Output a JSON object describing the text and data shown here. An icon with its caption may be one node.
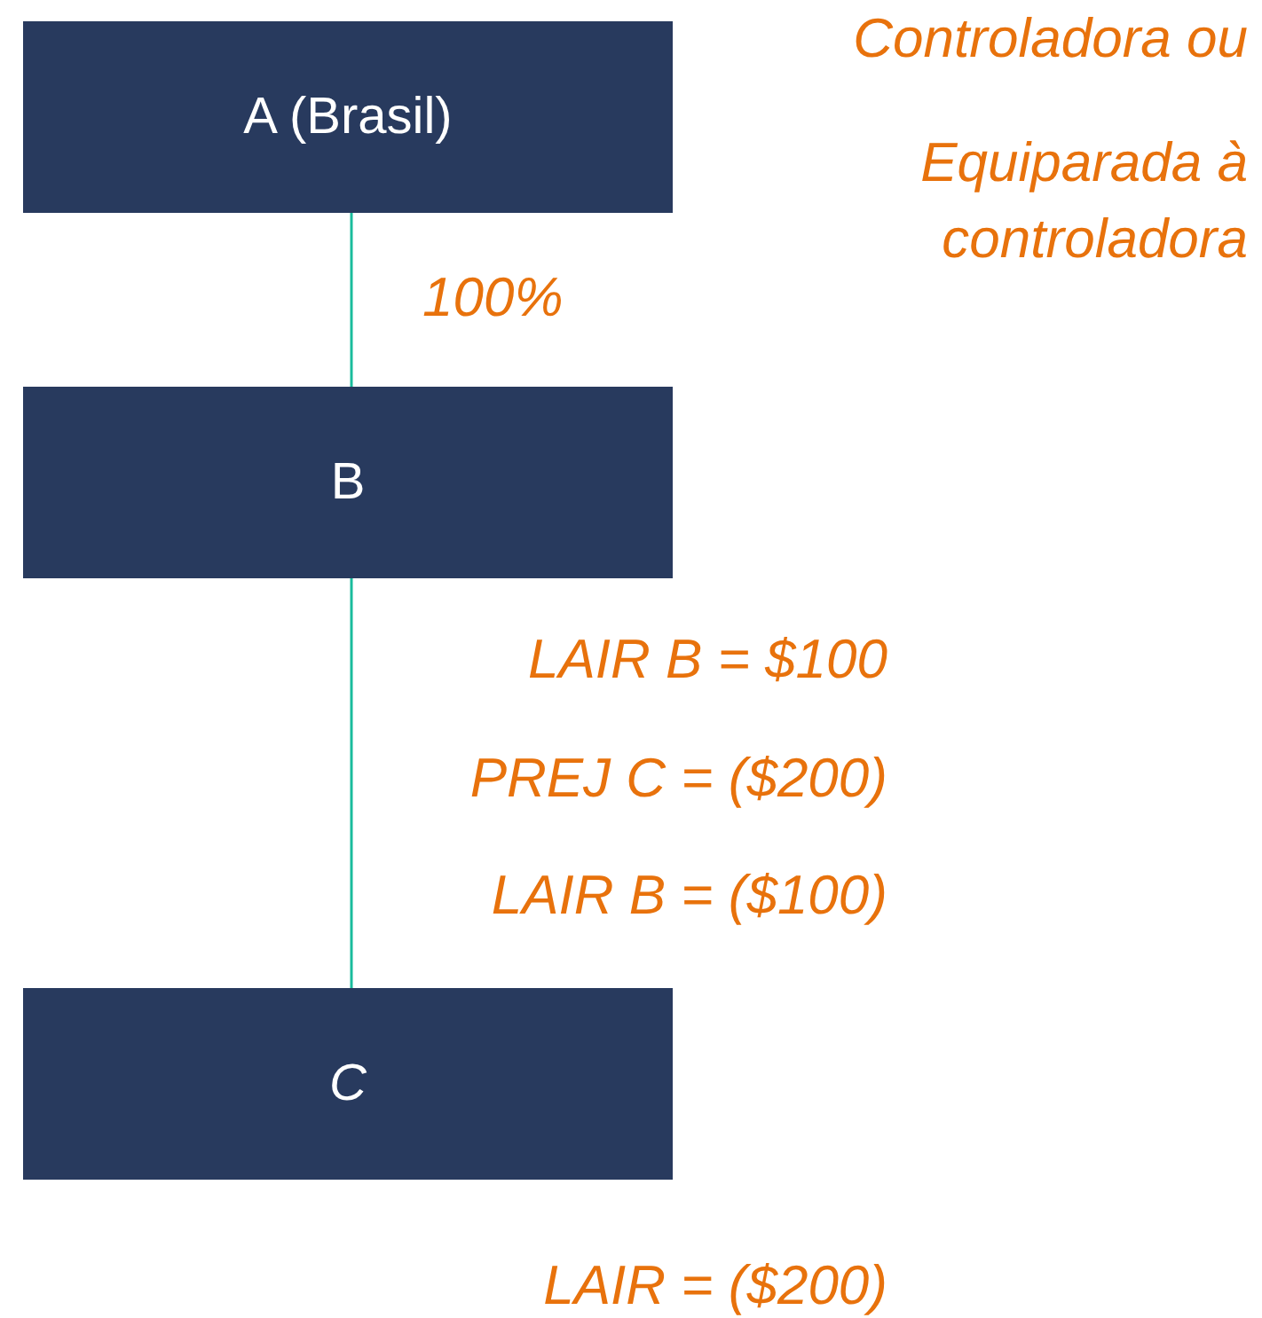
{
  "diagram": {
    "nodes": [
      {
        "text": [
          "A (Brasil)"
        ]
      },
      {
        "text": [
          "B"
        ]
      },
      {
        "text": [
          "C"
        ]
      }
    ],
    "edges": [
      {
        "from": 0,
        "to": 1,
        "arrow": "none",
        "label": "100%"
      },
      {
        "from": 1,
        "to": 2,
        "arrow": "none"
      }
    ],
    "labels": [
      "Controladora ou",
      "Equiparada à controladora",
      "LAIR B = $100",
      "PREJ C = ($200)",
      "LAIR B = ($100)",
      "LAIR = ($200)"
    ]
  }
}
